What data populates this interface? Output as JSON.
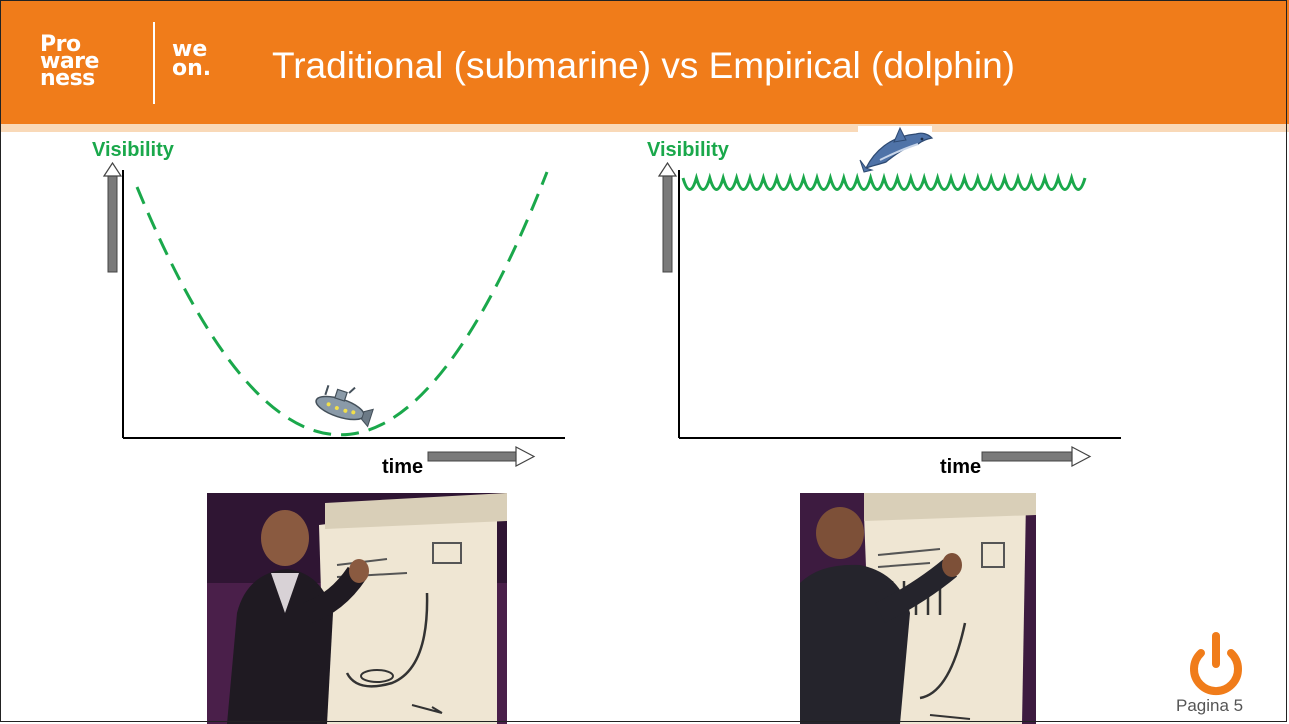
{
  "header": {
    "logo_left_lines": [
      "Pro",
      "ware",
      "ness"
    ],
    "logo_right_lines": [
      "we",
      "on."
    ],
    "title": "Traditional (submarine) vs Empirical (dolphin)"
  },
  "left_chart": {
    "ylabel": "Visibility",
    "xlabel": "time",
    "curve": "u-shaped dashed parabola",
    "icon": "submarine-icon"
  },
  "right_chart": {
    "ylabel": "Visibility",
    "xlabel": "time",
    "curve": "wavy line at top",
    "icon": "dolphin-icon"
  },
  "colors": {
    "header": "#f07c1a",
    "curve": "#1aa84b",
    "axis": "#000000",
    "arrow_fill": "#7a7a7a"
  },
  "footer": {
    "page_label": "Pagina 5",
    "power_icon": "power-icon"
  }
}
